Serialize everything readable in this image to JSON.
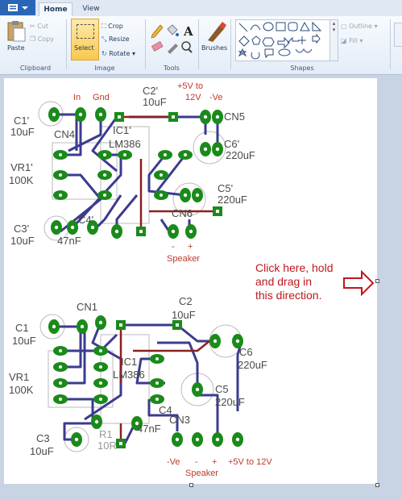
{
  "tabs": {
    "home": "Home",
    "view": "View"
  },
  "clipboard": {
    "paste": "Paste",
    "cut": "Cut",
    "copy": "Copy",
    "group": "Clipboard"
  },
  "image": {
    "select": "Select",
    "crop": "Crop",
    "resize": "Resize",
    "rotate": "Rotate",
    "group": "Image"
  },
  "tools": {
    "group": "Tools"
  },
  "brushes": {
    "label": "Brushes"
  },
  "shapes": {
    "outline": "Outline",
    "fill": "Fill",
    "group": "Shapes"
  },
  "annotation": {
    "line1": "Click here, hold",
    "line2": "and drag in",
    "line3": "this direction."
  },
  "top_circuit": {
    "c1": "C1'",
    "c1v": "10uF",
    "in": "In",
    "gnd": "Gnd",
    "c2": "C2'",
    "c2v": "10uF",
    "supply": "+5V to",
    "supply2": "12V",
    "ve": "-Ve",
    "cn4": "CN4",
    "ic1": "IC1'",
    "lm": "LM386",
    "cn5": "CN5",
    "c6": "C6'",
    "c6v": "220uF",
    "vr1": "VR1'",
    "vr1v": "100K",
    "c5": "C5'",
    "c5v": "220uF",
    "c3": "C3'",
    "c3v": "10uF",
    "c4": "C4'",
    "c4v": "47nF",
    "cn6": "CN6",
    "minus": "-",
    "plus": "+",
    "speaker": "Speaker"
  },
  "bottom_circuit": {
    "cn1": "CN1",
    "c2": "C2",
    "c2v": "10uF",
    "c1": "C1",
    "c1v": "10uF",
    "ic1": "IC1",
    "lm": "LM386",
    "c6": "C6",
    "c6v": "220uF",
    "vr1": "VR1",
    "vr1v": "100K",
    "c5": "C5",
    "c5v": "220uF",
    "r1": "R1",
    "r1v": "10R",
    "c4": "C4",
    "c4v": "47nF",
    "cn3": "CN3",
    "c3": "C3",
    "c3v": "10uF",
    "ve": "-Ve",
    "minus": "-",
    "plus": "+",
    "supply": "+5V to 12V",
    "speaker": "Speaker"
  }
}
